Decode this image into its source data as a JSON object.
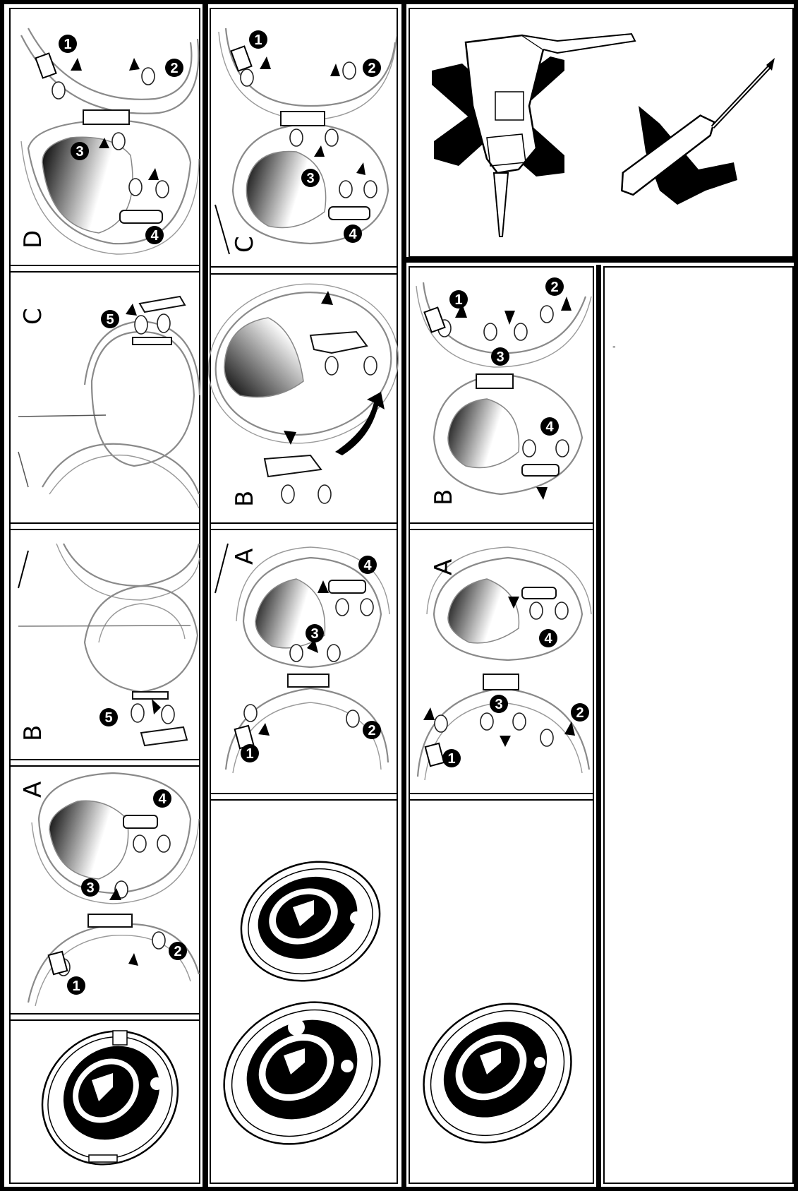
{
  "document": {
    "description_free": true,
    "colors": {
      "ink": "#000000",
      "line_grey": "#8a8a8a",
      "paper": "#ffffff"
    }
  },
  "tools": {
    "forbidden": "drill-icon",
    "allowed": "screwdriver-icon"
  },
  "column1": {
    "panel_d": {
      "letter": "D",
      "steps": [
        "1",
        "2",
        "3",
        "4"
      ]
    },
    "panel_c": {
      "letter": "C",
      "steps": [
        "5"
      ]
    },
    "panel_b": {
      "letter": "B",
      "steps": [
        "5"
      ]
    },
    "panel_a": {
      "letter": "A",
      "steps": [
        "1",
        "2",
        "3",
        "4"
      ]
    }
  },
  "column2": {
    "panel_c": {
      "letter": "C",
      "steps": [
        "1",
        "2",
        "3",
        "4"
      ]
    },
    "panel_b": {
      "letter": "B",
      "steps": []
    },
    "panel_a": {
      "letter": "A",
      "steps": [
        "1",
        "2",
        "3",
        "4"
      ]
    }
  },
  "column3": {
    "panel_b": {
      "letter": "B",
      "steps": [
        "1",
        "2",
        "3",
        "4"
      ]
    },
    "panel_a": {
      "letter": "A",
      "steps": [
        "1",
        "2",
        "3",
        "4"
      ]
    }
  },
  "page_marks": {
    "stray_mark": "-"
  }
}
